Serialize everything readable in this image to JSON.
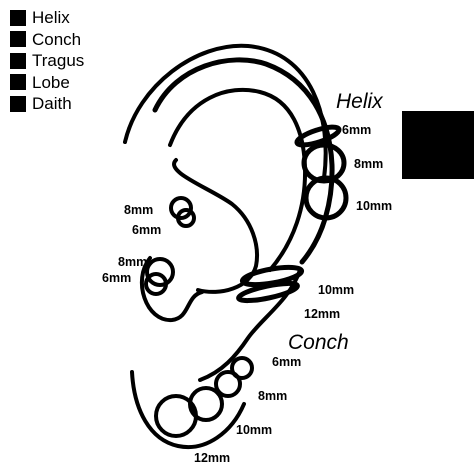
{
  "legend": {
    "items": [
      {
        "label": "Helix"
      },
      {
        "label": "Conch"
      },
      {
        "label": "Tragus"
      },
      {
        "label": "Lobe"
      },
      {
        "label": "Daith"
      }
    ]
  },
  "regions": {
    "helix": "Helix",
    "conch": "Conch"
  },
  "sizes": {
    "helix_1": "6mm",
    "helix_2": "8mm",
    "helix_3": "10mm",
    "daith_1": "8mm",
    "daith_2": "6mm",
    "tragus_1": "8mm",
    "tragus_2": "6mm",
    "conch_1": "10mm",
    "conch_2": "12mm",
    "lobe_1": "6mm",
    "lobe_2": "8mm",
    "lobe_3": "10mm",
    "lobe_4": "12mm"
  },
  "colors": {
    "ink": "#000000",
    "background": "#ffffff"
  }
}
